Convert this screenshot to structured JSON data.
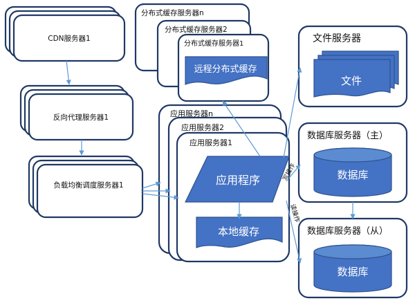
{
  "diagram": {
    "nodes": {
      "cdn": {
        "label": "CDN服务器1"
      },
      "proxy": {
        "label": "反向代理服务器1"
      },
      "lb": {
        "label": "负载均衡调度服务器1"
      },
      "dcache": {
        "labels": [
          "分布式缓存服务器n",
          "分布式缓存服务器2",
          "分布式缓存服务器1"
        ],
        "inner": "远程分布式缓存"
      },
      "app": {
        "labels": [
          "应用服务器n",
          "应用服务器2",
          "应用服务器1"
        ],
        "program": "应用程序",
        "local_cache": "本地缓存"
      },
      "file": {
        "title": "文件服务器",
        "inner": "文件"
      },
      "db_master": {
        "title": "数据库服务器（主）",
        "inner": "数据库"
      },
      "db_slave": {
        "title": "数据库服务器（从）",
        "inner": "数据库"
      }
    },
    "edges": {
      "write": "写操作",
      "read": "读操作"
    }
  }
}
